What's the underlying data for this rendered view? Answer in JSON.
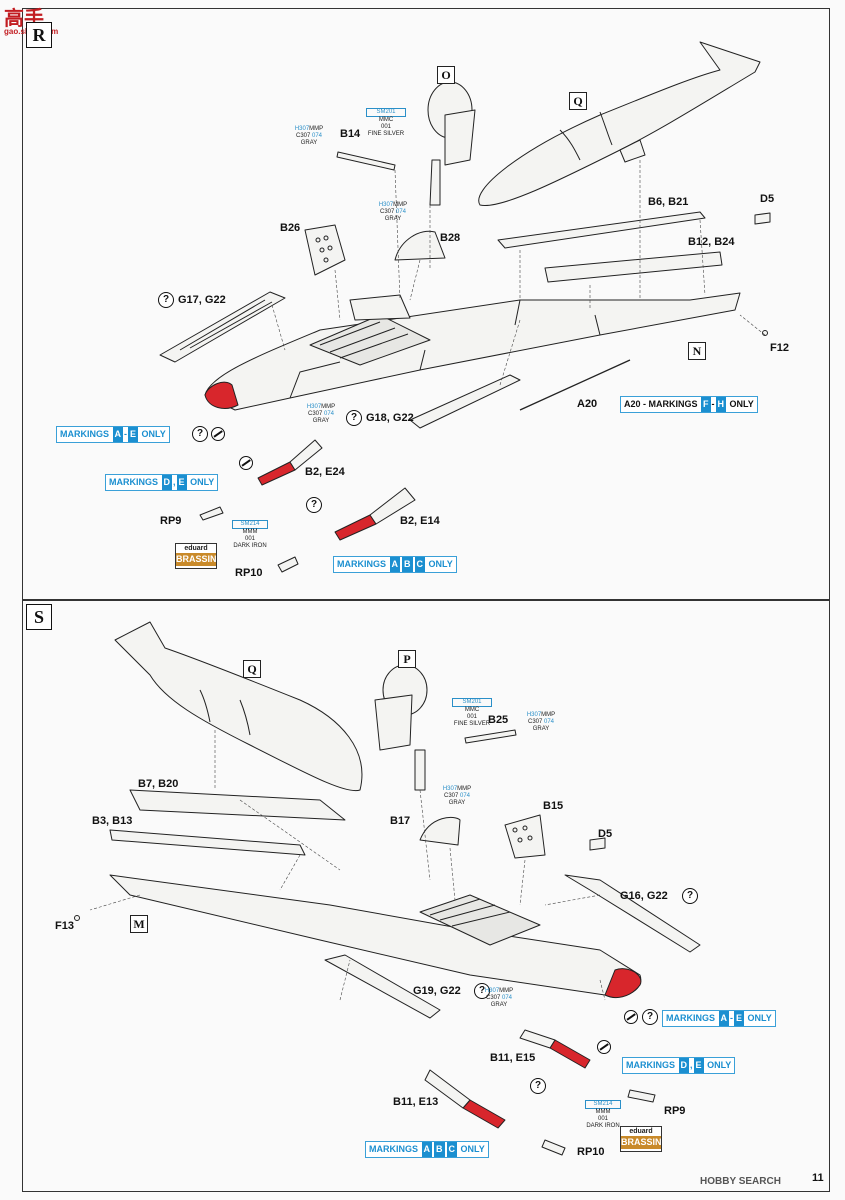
{
  "logo": {
    "top": "高手",
    "bottom": "gao.shou.com"
  },
  "step_a": {
    "step_label": "R",
    "part_labels": {
      "o": "O",
      "q": "Q",
      "n": "N",
      "b14": "B14",
      "b28": "B28",
      "b26": "B26",
      "b6b21": "B6, B21",
      "d5": "D5",
      "b12b24": "B12, B24",
      "g17g22": "G17, G22",
      "f12": "F12",
      "a20": "A20",
      "g18g22": "G18, G22",
      "b2e24": "B2, E24",
      "rp9": "RP9",
      "b2e14": "B2, E14",
      "rp10": "RP10"
    },
    "paint_b14": {
      "code": "SM201",
      "line2": "MMC",
      "line3": "001",
      "name": "FINE SILVER"
    },
    "paint_b14_gray": {
      "h": "H307",
      "mmp": "MMP",
      "c": "C307",
      "n": "074",
      "name": "GRAY"
    },
    "paint_b28": {
      "h": "H307",
      "mmp": "MMP",
      "c": "C307",
      "n": "074",
      "name": "GRAY"
    },
    "paint_g18": {
      "h": "H307",
      "mmp": "MMP",
      "c": "C307",
      "n": "074",
      "name": "GRAY"
    },
    "paint_rp9": {
      "code": "SM214",
      "line2": "MMM",
      "line3": "001",
      "name": "DARK IRON"
    },
    "markings_a20": {
      "prefix": "A20 - MARKINGS",
      "l1": "F",
      "sep": "-",
      "l2": "H",
      "suffix": "ONLY"
    },
    "markings_ae": {
      "prefix": "MARKINGS",
      "l1": "A",
      "sep": "-",
      "l2": "E",
      "suffix": "ONLY"
    },
    "markings_de": {
      "prefix": "MARKINGS",
      "l1": "D",
      "sep": ",",
      "l2": "E",
      "suffix": "ONLY"
    },
    "markings_abc": {
      "prefix": "MARKINGS",
      "l1": "A",
      "l2": "B",
      "l3": "C",
      "suffix": "ONLY"
    },
    "brassin": {
      "top": "eduard",
      "bottom": "BRASSIN"
    }
  },
  "step_s": {
    "step_label": "S",
    "part_labels": {
      "q": "Q",
      "p": "P",
      "b25": "B25",
      "b7b20": "B7, B20",
      "b3b13": "B3, B13",
      "b17": "B17",
      "b15": "B15",
      "d5": "D5",
      "g16g22": "G16, G22",
      "f13": "F13",
      "m": "M",
      "g19g22": "G19, G22",
      "b11e15": "B11, E15",
      "b11e13": "B11, E13",
      "rp9": "RP9",
      "rp10": "RP10"
    },
    "paint_b25": {
      "code": "SM201",
      "line2": "MMC",
      "line3": "001",
      "name": "FINE SILVER"
    },
    "paint_b25_gray": {
      "h": "H307",
      "mmp": "MMP",
      "c": "C307",
      "n": "074",
      "name": "GRAY"
    },
    "paint_b17": {
      "h": "H307",
      "mmp": "MMP",
      "c": "C307",
      "n": "074",
      "name": "GRAY"
    },
    "paint_g19": {
      "h": "H307",
      "mmp": "MMP",
      "c": "C307",
      "n": "074",
      "name": "GRAY"
    },
    "paint_rp9": {
      "code": "SM214",
      "line2": "MMM",
      "line3": "001",
      "name": "DARK IRON"
    },
    "markings_ae": {
      "prefix": "MARKINGS",
      "l1": "A",
      "sep": "-",
      "l2": "E",
      "suffix": "ONLY"
    },
    "markings_de": {
      "prefix": "MARKINGS",
      "l1": "D",
      "sep": ",",
      "l2": "E",
      "suffix": "ONLY"
    },
    "markings_abc": {
      "prefix": "MARKINGS",
      "l1": "A",
      "l2": "B",
      "l3": "C",
      "suffix": "ONLY"
    },
    "brassin": {
      "top": "eduard",
      "bottom": "BRASSIN"
    }
  },
  "footer": {
    "watermark": "HOBBY SEARCH",
    "page_number": "11"
  },
  "colors": {
    "red": "#d8262c",
    "line": "#222222",
    "accent": "#1b8fd0",
    "part_fill": "#f4f4f2"
  }
}
